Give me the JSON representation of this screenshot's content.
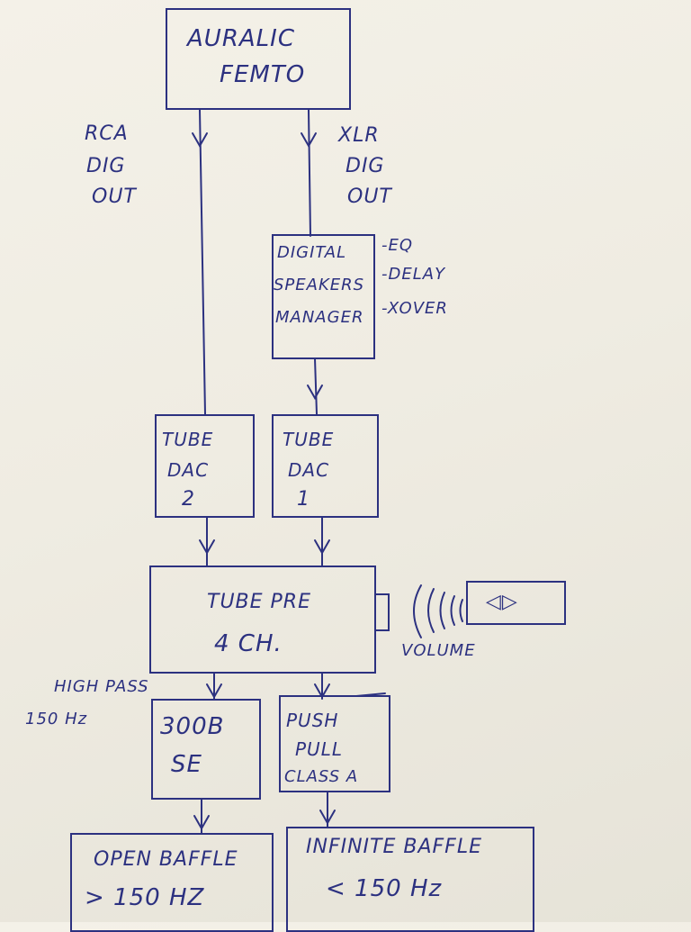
{
  "source": {
    "line1": "AURALIC",
    "line2": "FEMTO"
  },
  "rca_label": {
    "l1": "RCA",
    "l2": "DIG",
    "l3": "OUT"
  },
  "xlr_label": {
    "l1": "XLR",
    "l2": "DIG",
    "l3": "OUT"
  },
  "dsm": {
    "l1": "DIGITAL",
    "l2": "SPEAKERS",
    "l3": "MANAGER"
  },
  "dsm_features": [
    "-EQ",
    "-DELAY",
    "-XOVER"
  ],
  "dac2": {
    "l1": "TUBE",
    "l2": "DAC",
    "l3": "2"
  },
  "dac1": {
    "l1": "TUBE",
    "l2": "DAC",
    "l3": "1"
  },
  "pre": {
    "l1": "TUBE PRE",
    "l2": "4 CH."
  },
  "remote": {
    "buttons": "◁▷",
    "label": "VOLUME"
  },
  "highpass": {
    "l1": "HIGH PASS",
    "l2": "150 Hz"
  },
  "amp_se": {
    "l1": "300B",
    "l2": "SE"
  },
  "amp_pp": {
    "l1": "PUSH",
    "l2": "PULL",
    "l3": "CLASS A"
  },
  "open_baffle": {
    "l1": "OPEN BAFFLE",
    "l2": "> 150 HZ"
  },
  "infinite_baffle": {
    "l1": "INFINITE BAFFLE",
    "l2": "< 150 Hz"
  },
  "colors": {
    "ink": "#2c3180",
    "paper": "#f2efe6"
  }
}
